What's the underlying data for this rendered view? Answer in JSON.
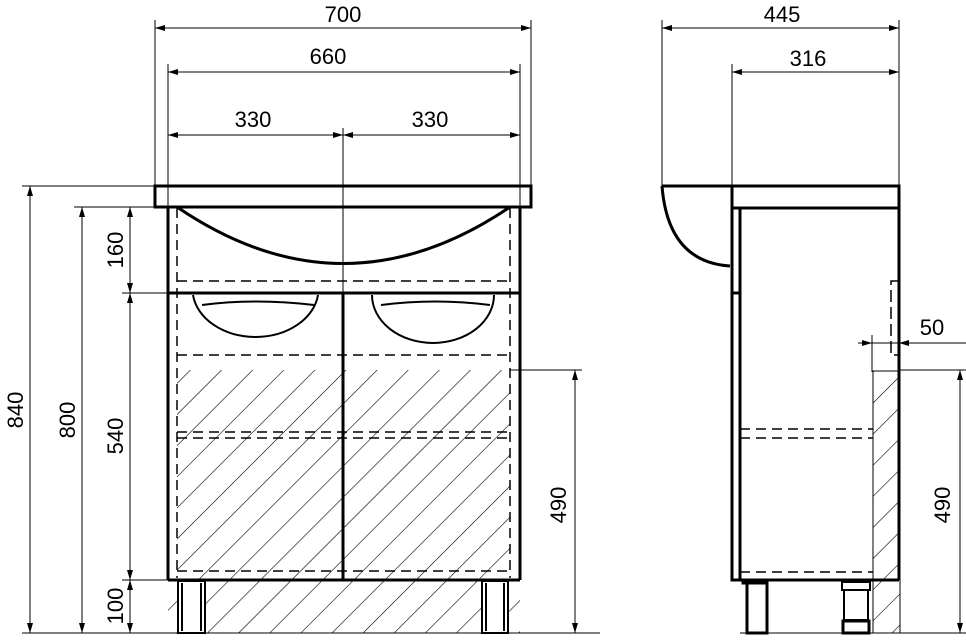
{
  "front_view": {
    "width_overall": "700",
    "width_cabinet": "660",
    "half_width_left": "330",
    "half_width_right": "330",
    "height_overall": "840",
    "height_cabinet": "800",
    "height_top_section": "160",
    "height_doors": "540",
    "height_legs": "100",
    "height_wall_zone": "490"
  },
  "side_view": {
    "depth_overall": "445",
    "depth_cabinet": "316",
    "wall_offset": "50",
    "height_wall_zone": "490"
  }
}
